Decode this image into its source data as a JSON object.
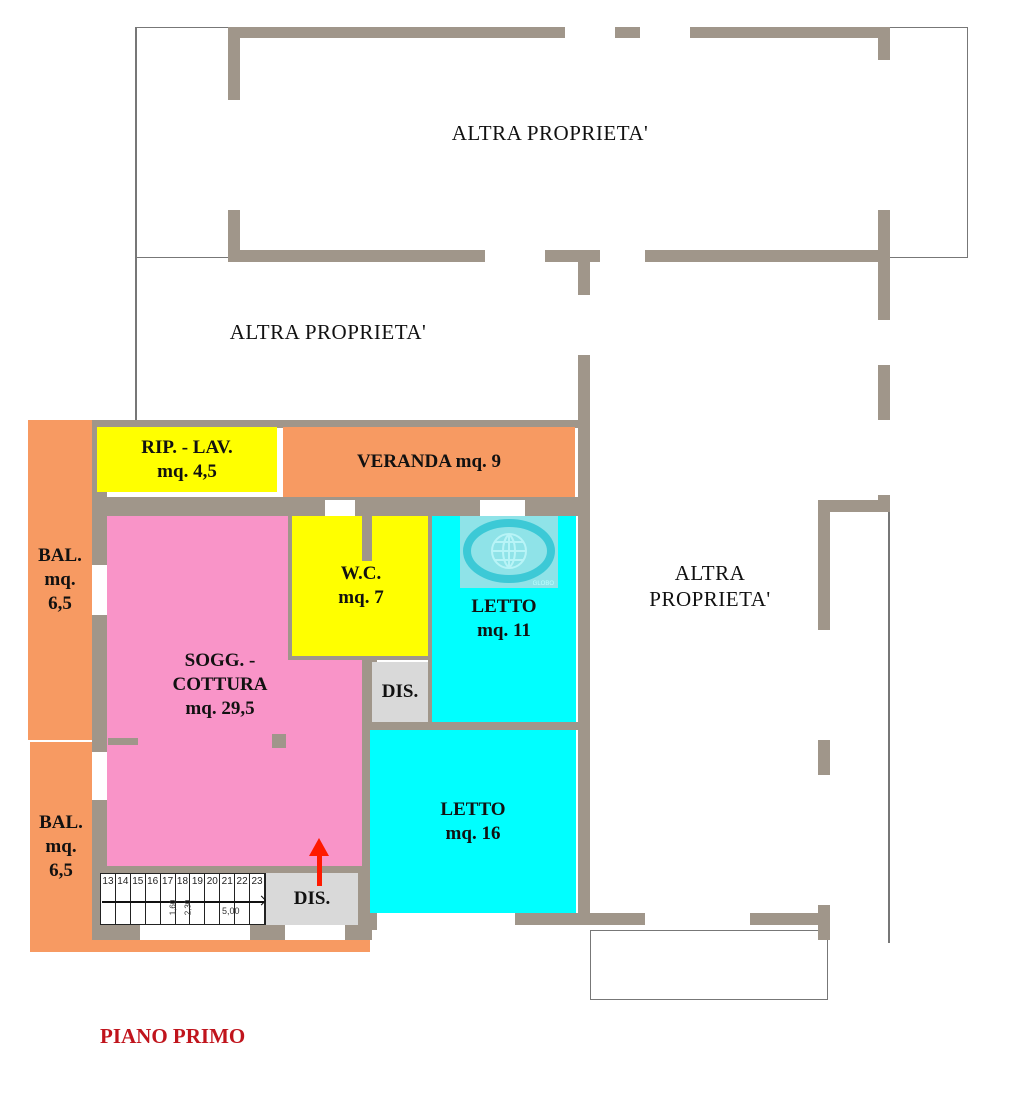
{
  "title": "PIANO PRIMO",
  "other_property": [
    "ALTRA  PROPRIETA'",
    "ALTRA  PROPRIETA'",
    "ALTRA PROPRIETA'"
  ],
  "rooms": {
    "rip_lav": {
      "name": "RIP. - LAV.",
      "area": "mq. 4,5"
    },
    "veranda": {
      "name": "VERANDA  mq. 9"
    },
    "bal1": {
      "name": "BAL.",
      "area1": "mq.",
      "area2": "6,5"
    },
    "bal2": {
      "name": "BAL.",
      "area1": "mq.",
      "area2": "6,5"
    },
    "sogg": {
      "name1": "SOGG. -",
      "name2": "COTTURA",
      "area": "mq. 29,5"
    },
    "wc": {
      "name": "W.C.",
      "area": "mq. 7"
    },
    "dis1": {
      "name": "DIS."
    },
    "dis2": {
      "name": "DIS."
    },
    "letto1": {
      "name": "LETTO",
      "area": "mq. 11"
    },
    "letto2": {
      "name": "LETTO",
      "area": "mq. 16"
    }
  },
  "stairs": {
    "steps": [
      "13",
      "14",
      "15",
      "16",
      "17",
      "18",
      "19",
      "20",
      "21",
      "22",
      "23"
    ],
    "dims": [
      "1,60",
      "2,30",
      "5,00"
    ]
  },
  "watermark": "GLOBO",
  "colors": {
    "wall": "#a0968a",
    "pink": "#f994c8",
    "yellow": "#ffff00",
    "orange": "#f79a62",
    "cyan": "#00ffff",
    "grey": "#d9d9d9",
    "title": "#c0141c"
  }
}
